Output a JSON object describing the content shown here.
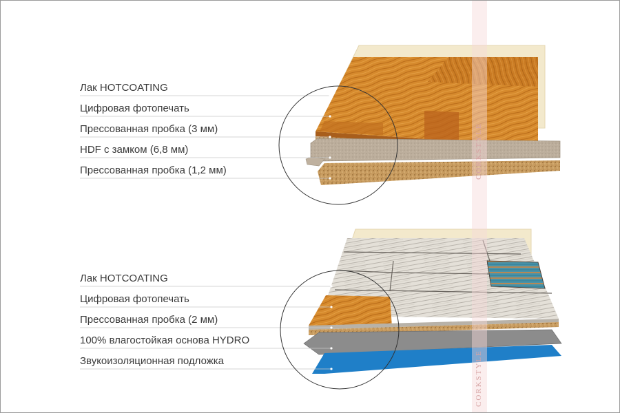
{
  "top_diagram": {
    "layers": [
      "Лак HOTCOATING",
      "Цифровая фотопечать",
      "Прессованная пробка (3 мм)",
      "HDF с замком (6,8 мм)",
      "Прессованная пробка (1,2 мм)"
    ]
  },
  "bottom_diagram": {
    "layers": [
      "Лак HOTCOATING",
      "Цифровая фотопечать",
      "Прессованная пробка (2 мм)",
      "100% влагостойкая основа HYDRO",
      "Звукоизоляционная подложка"
    ]
  },
  "watermark": {
    "text_top": "CORKSTYLE",
    "text_bottom": "CORKSTYLE"
  },
  "colors": {
    "oak": "#d4862a",
    "cork": "#c69a5c",
    "hdf": "#b9aa98",
    "hydro": "#8a8a8a",
    "underlay": "#1f7fc8",
    "varnish": "#f3e7c8",
    "whitewash": "#e6e2da"
  }
}
